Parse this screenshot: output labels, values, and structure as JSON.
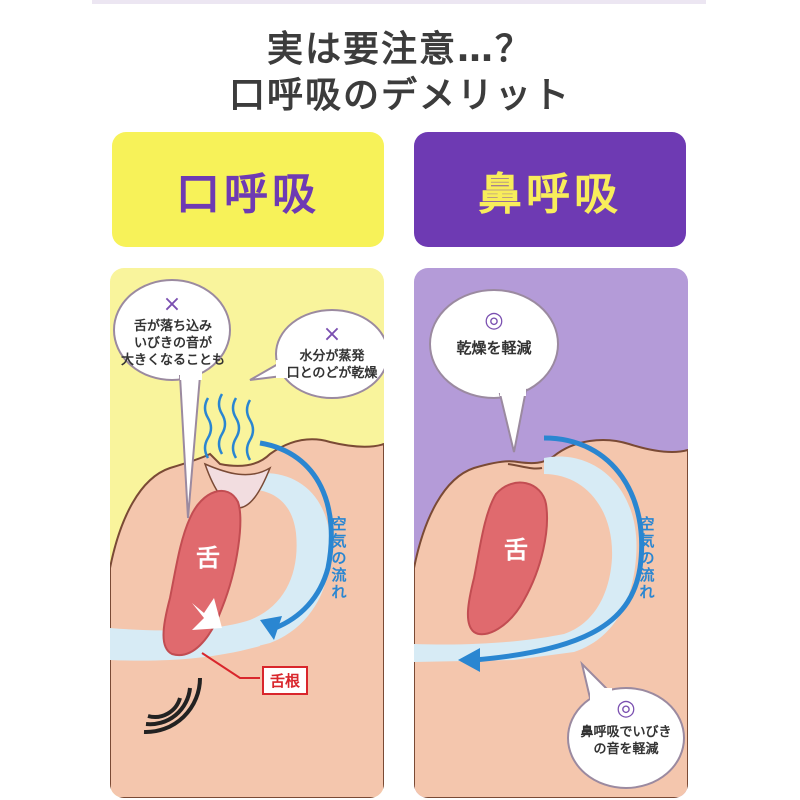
{
  "title": {
    "line1": "実は要注意…？",
    "line2": "口呼吸のデメリット"
  },
  "left": {
    "header": "口呼吸",
    "bubble1": {
      "mark": "×",
      "text": "舌が落ち込み\nいびきの音が\n大きくなることも"
    },
    "bubble2": {
      "mark": "×",
      "text": "水分が蒸発\n口とのどが乾燥"
    },
    "tongue": "舌",
    "airflow": "空気の流れ",
    "root_label": "舌根",
    "colors": {
      "header_bg": "#f7f259",
      "header_text": "#6e3ab3",
      "panel_bg": "#f9f49c"
    }
  },
  "right": {
    "header": "鼻呼吸",
    "bubble1": {
      "mark": "◎",
      "text": "乾燥を軽減"
    },
    "bubble2": {
      "mark": "◎",
      "text": "鼻呼吸でいびき\nの音を軽減"
    },
    "tongue": "舌",
    "airflow": "空気の流れ",
    "colors": {
      "header_bg": "#6e3ab3",
      "header_text": "#f8ed5b",
      "panel_bg": "#b49bd8"
    }
  },
  "colors": {
    "skin": "#f4c6ad",
    "tongue": "#e06a6e",
    "airway": "#d7ebf5",
    "arrow": "#2a86d1",
    "cross": "#7a4fb0"
  }
}
